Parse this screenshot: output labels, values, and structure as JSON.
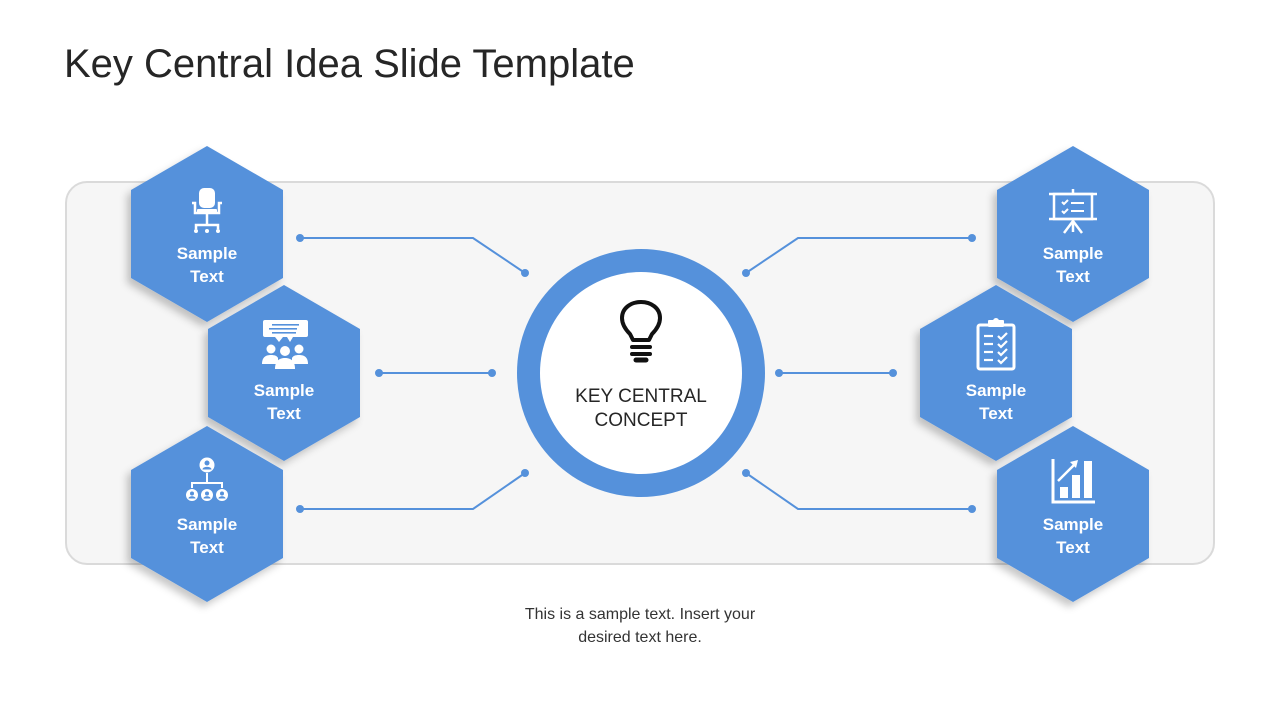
{
  "slide": {
    "title": "Key Central Idea Slide Template",
    "footer_text_line1": "This is a sample text. Insert your",
    "footer_text_line2": "desired text here."
  },
  "center": {
    "icon": "lightbulb-icon",
    "label_line1": "KEY CENTRAL",
    "label_line2": "CONCEPT"
  },
  "colors": {
    "accent": "#5591db",
    "panel_bg": "#f6f6f6",
    "panel_border": "#dadada",
    "text_dark": "#262626"
  },
  "nodes": [
    {
      "position": "left-top",
      "icon": "office-chair-icon",
      "line1": "Sample",
      "line2": "Text"
    },
    {
      "position": "left-middle",
      "icon": "team-discussion-icon",
      "line1": "Sample",
      "line2": "Text"
    },
    {
      "position": "left-bottom",
      "icon": "org-chart-icon",
      "line1": "Sample",
      "line2": "Text"
    },
    {
      "position": "right-top",
      "icon": "presentation-board-icon",
      "line1": "Sample",
      "line2": "Text"
    },
    {
      "position": "right-middle",
      "icon": "clipboard-checklist-icon",
      "line1": "Sample",
      "line2": "Text"
    },
    {
      "position": "right-bottom",
      "icon": "growth-chart-icon",
      "line1": "Sample",
      "line2": "Text"
    }
  ]
}
